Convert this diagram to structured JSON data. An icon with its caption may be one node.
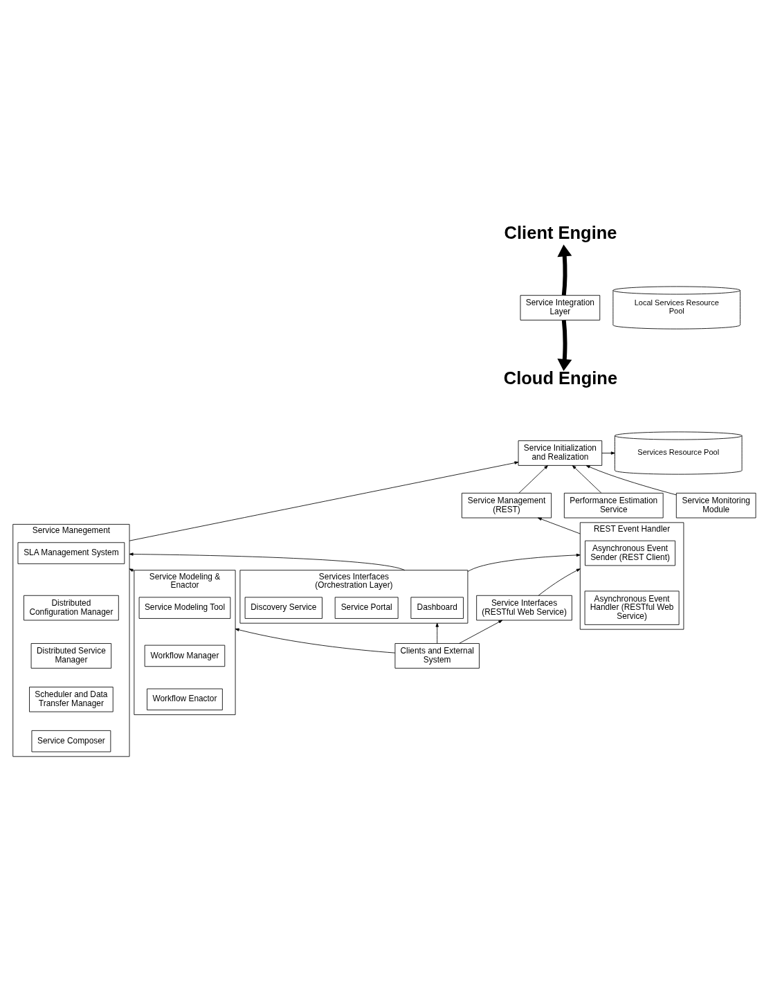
{
  "diagram": {
    "nodes": [
      {
        "text": [
          "Client Engine"
        ]
      },
      {
        "text": [
          "Local Services Resource Pool"
        ]
      },
      {
        "text": [
          "Service Integration Layer"
        ]
      },
      {
        "text": [
          "Cloud Engine"
        ]
      },
      {
        "text": [
          "Services Resource Pool"
        ]
      },
      {
        "text": [
          "Service Initialization and Realization"
        ]
      },
      {
        "text": [
          "Service Manegement"
        ]
      },
      {
        "text": [
          "SLA Management System"
        ],
        "in": 6
      },
      {
        "text": [
          "Distributed Configuration Manager"
        ],
        "in": 6
      },
      {
        "text": [
          "Distributed Service Manager"
        ],
        "in": 6
      },
      {
        "text": [
          "Scheduler and Data Transfer Manager"
        ],
        "in": 6
      },
      {
        "text": [
          "Service Composer"
        ],
        "in": 6
      },
      {
        "text": [
          "Performance Estimation Service"
        ]
      },
      {
        "text": [
          "Service Monitoring Module"
        ]
      },
      {
        "text": [
          "Service Management (REST)"
        ]
      },
      {
        "text": [
          "REST Event Handler"
        ]
      },
      {
        "text": [
          "Asynchronous Event Sender (REST Client)"
        ],
        "in": 15
      },
      {
        "text": [
          "Asynchronous Event Handler (RESTful Web Service)"
        ],
        "in": 15
      },
      {
        "text": [
          "Service Modeling & Enactor"
        ]
      },
      {
        "text": [
          "Service Modeling Tool"
        ],
        "in": 18
      },
      {
        "text": [
          "Workflow Manager"
        ],
        "in": 18
      },
      {
        "text": [
          "Workflow Enactor"
        ],
        "in": 18
      },
      {
        "text": [
          "Services Interfaces (Orchestration Layer)"
        ]
      },
      {
        "text": [
          "Dashboard"
        ],
        "in": 22
      },
      {
        "text": [
          "Service Portal"
        ],
        "in": 22
      },
      {
        "text": [
          "Discovery Service"
        ],
        "in": 22
      },
      {
        "text": [
          "Service Interfaces (RESTful Web Service)"
        ]
      },
      {
        "text": [
          "Clients and External System"
        ]
      }
    ],
    "edges": [
      {
        "from": 2,
        "to": 0,
        "arrow": "to",
        "style": "thick"
      },
      {
        "from": 2,
        "to": 3,
        "arrow": "to",
        "style": "thick"
      },
      {
        "from": 5,
        "to": 4,
        "arrow": "to"
      },
      {
        "from": 6,
        "to": 5,
        "arrow": "to"
      },
      {
        "from": 14,
        "to": 5,
        "arrow": "to"
      },
      {
        "from": 13,
        "to": 5,
        "arrow": "to"
      },
      {
        "from": 12,
        "to": 5,
        "arrow": "to"
      },
      {
        "from": 15,
        "to": 14,
        "arrow": "to"
      },
      {
        "from": 18,
        "to": 6,
        "arrow": "to"
      },
      {
        "from": 22,
        "to": 6,
        "arrow": "to"
      },
      {
        "from": 22,
        "to": 15,
        "arrow": "to"
      },
      {
        "from": 26,
        "to": 15,
        "arrow": "to"
      },
      {
        "from": 27,
        "to": 18,
        "arrow": "to"
      },
      {
        "from": 27,
        "to": 22,
        "arrow": "to"
      },
      {
        "from": 27,
        "to": 26,
        "arrow": "to"
      }
    ]
  }
}
